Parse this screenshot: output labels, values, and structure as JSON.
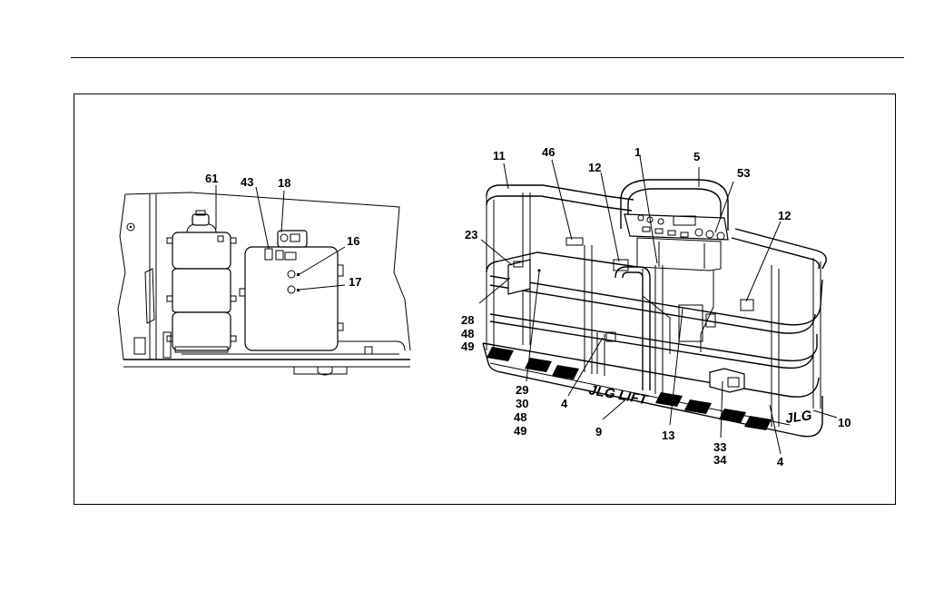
{
  "left_view": {
    "labels": [
      "61",
      "43",
      "18",
      "16",
      "17"
    ]
  },
  "right_view": {
    "labels_top": [
      "11",
      "46",
      "12",
      "1",
      "5",
      "53",
      "12"
    ],
    "labels_left": [
      "23",
      "28",
      "48",
      "49"
    ],
    "labels_bottom": [
      "29",
      "30",
      "48",
      "49",
      "4",
      "9",
      "13",
      "33",
      "34",
      "4",
      "10"
    ],
    "logo_front": "JLG LIFT",
    "logo_side": "JLG"
  }
}
